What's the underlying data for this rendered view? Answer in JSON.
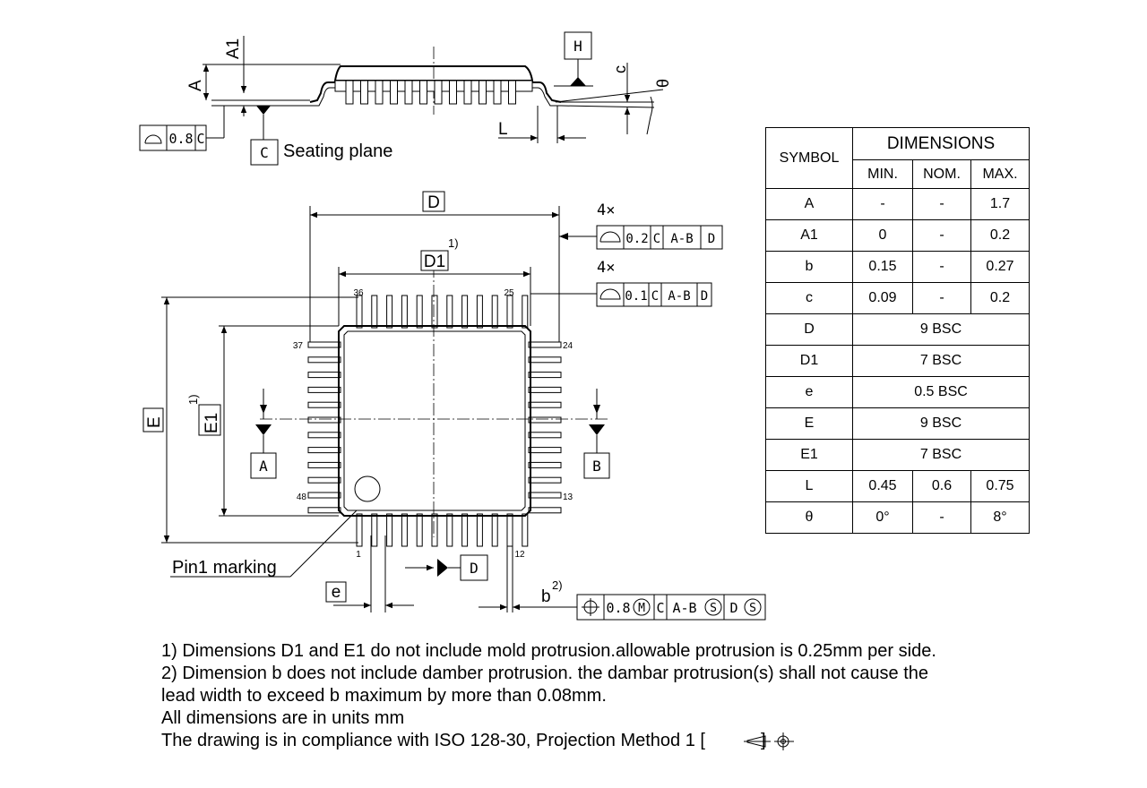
{
  "side_view": {
    "labels": {
      "A1": "A1",
      "A": "A",
      "H": "H",
      "c": "c",
      "theta": "θ",
      "L": "L",
      "C": "C"
    },
    "seating_plane": "Seating plane",
    "flatness_frame": {
      "value": "0.8",
      "datum": "C"
    }
  },
  "top_view": {
    "labels": {
      "D": "D",
      "D1": "D1",
      "E": "E",
      "E1": "E1",
      "A": "A",
      "B": "B",
      "D_datum": "D",
      "e": "e",
      "b": "b"
    },
    "superscripts": {
      "D1": "1)",
      "E1": "1)",
      "b": "2)"
    },
    "pin_numbers": {
      "p1": "1",
      "p12": "12",
      "p13": "13",
      "p24": "24",
      "p25": "25",
      "p36": "36",
      "p37": "37",
      "p48": "48"
    },
    "pin1_label": "Pin1 marking",
    "multiplier_1": "4×",
    "multiplier_2": "4×",
    "profile_frame_1": {
      "value": "0.2",
      "cells": [
        "C",
        "A-B",
        "D"
      ]
    },
    "profile_frame_2": {
      "value": "0.1",
      "cells": [
        "C",
        "A-B",
        "D"
      ]
    },
    "position_frame": {
      "value": "0.8",
      "modifier": "M",
      "cells": [
        "C",
        "A-B",
        "S",
        "D",
        "S"
      ]
    }
  },
  "table": {
    "symbol_header": "SYMBOL",
    "dimensions_header": "DIMENSIONS",
    "min_header": "MIN.",
    "nom_header": "NOM.",
    "max_header": "MAX.",
    "rows": [
      {
        "symbol": "A",
        "min": "-",
        "nom": "-",
        "max": "1.7"
      },
      {
        "symbol": "A1",
        "min": "0",
        "nom": "-",
        "max": "0.2"
      },
      {
        "symbol": "b",
        "min": "0.15",
        "nom": "-",
        "max": "0.27"
      },
      {
        "symbol": "c",
        "min": "0.09",
        "nom": "-",
        "max": "0.2"
      },
      {
        "symbol": "D",
        "span": "9 BSC"
      },
      {
        "symbol": "D1",
        "span": "7 BSC"
      },
      {
        "symbol": "e",
        "span": "0.5 BSC"
      },
      {
        "symbol": "E",
        "span": "9 BSC"
      },
      {
        "symbol": "E1",
        "span": "7 BSC"
      },
      {
        "symbol": "L",
        "min": "0.45",
        "nom": "0.6",
        "max": "0.75"
      },
      {
        "symbol": "θ",
        "min": "0°",
        "nom": "-",
        "max": "8°"
      }
    ]
  },
  "notes": [
    "1) Dimensions D1 and E1 do not include mold protrusion.allowable protrusion is 0.25mm per side.",
    "2) Dimension b does not include damber protrusion. the dambar protrusion(s) shall not cause the",
    "lead width to exceed b maximum by more than 0.08mm.",
    "All dimensions are in units mm",
    "The drawing is in compliance with ISO 128-30, Projection Method 1 [",
    "]"
  ]
}
